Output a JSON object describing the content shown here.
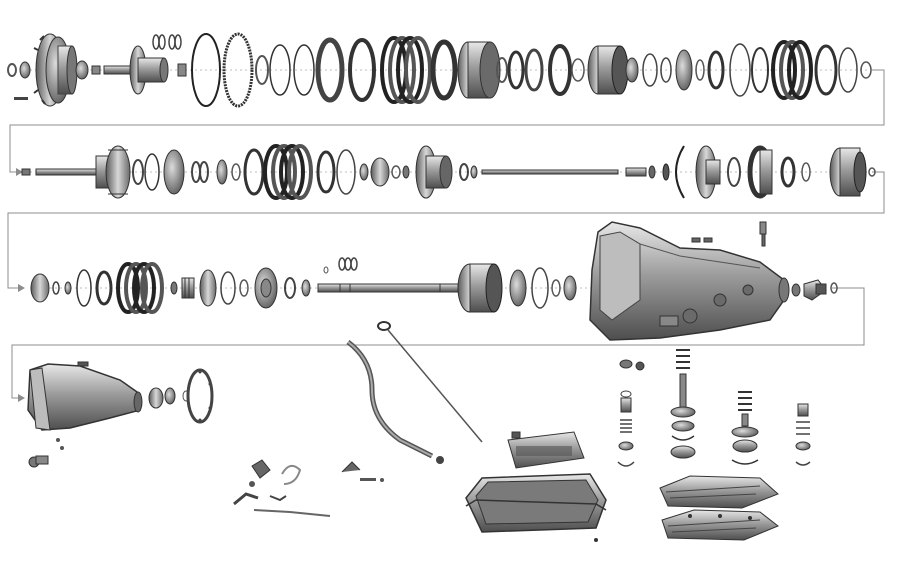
{
  "diagram": {
    "kind": "exploded-view",
    "colors": {
      "background": "#ffffff",
      "metal": "#9a9a9a",
      "metal_dark": "#4a4a4a",
      "metal_light": "#d6d6d6",
      "guide_line": "#8c8c8c"
    },
    "rows": [
      {
        "id": "row-1",
        "flow": "left-to-right"
      },
      {
        "id": "row-2",
        "flow": "left-to-right"
      },
      {
        "id": "row-3",
        "flow": "left-to-right"
      },
      {
        "id": "row-4",
        "flow": "left-to-right"
      }
    ],
    "groups": [
      {
        "name": "pump-assembly",
        "icon": "gear-icon"
      },
      {
        "name": "clutch-pack-forward",
        "icon": "clutch-icon"
      },
      {
        "name": "input-shaft",
        "icon": "shaft-icon"
      },
      {
        "name": "intermediate-clutch-pack",
        "icon": "clutch-icon"
      },
      {
        "name": "planetary-sets",
        "icon": "gear-icon"
      },
      {
        "name": "output-shaft",
        "icon": "shaft-icon"
      },
      {
        "name": "transmission-case",
        "icon": "housing-icon"
      },
      {
        "name": "extension-housing",
        "icon": "housing-icon"
      },
      {
        "name": "dipstick-and-tube",
        "icon": "dipstick-icon"
      },
      {
        "name": "manual-linkage",
        "icon": "lever-icon"
      },
      {
        "name": "oil-pan-and-filter",
        "icon": "pan-icon"
      },
      {
        "name": "servo-assemblies",
        "icon": "spring-icon"
      },
      {
        "name": "valve-body",
        "icon": "valve-body-icon"
      }
    ]
  }
}
